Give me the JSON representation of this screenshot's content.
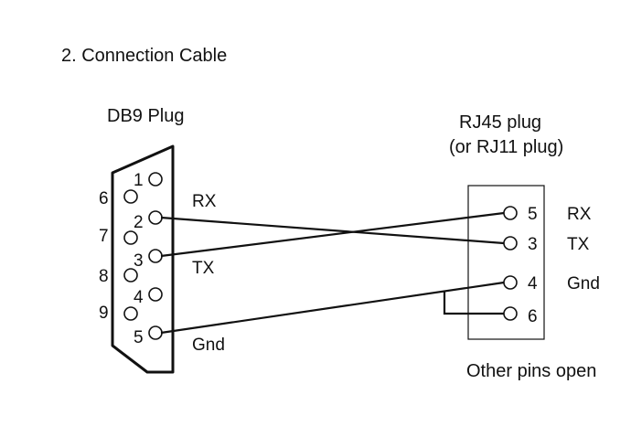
{
  "title": "2. Connection Cable",
  "db9": {
    "label": "DB9 Plug",
    "pins": [
      "1",
      "2",
      "3",
      "4",
      "5",
      "6",
      "7",
      "8",
      "9"
    ],
    "signals": {
      "rx": "RX",
      "tx": "TX",
      "gnd": "Gnd"
    }
  },
  "rj45": {
    "label_line1": "RJ45 plug",
    "label_line2": "(or RJ11 plug)",
    "pins": [
      "5",
      "3",
      "4",
      "6"
    ],
    "signals": {
      "rx": "RX",
      "tx": "TX",
      "gnd": "Gnd"
    },
    "note": "Other pins open"
  },
  "connections": [
    {
      "from": "DB9 2",
      "to": "RJ45 3"
    },
    {
      "from": "DB9 3",
      "to": "RJ45 5"
    },
    {
      "from": "DB9 5",
      "to": "RJ45 4"
    },
    {
      "from": "DB9 5",
      "to": "RJ45 6"
    }
  ]
}
